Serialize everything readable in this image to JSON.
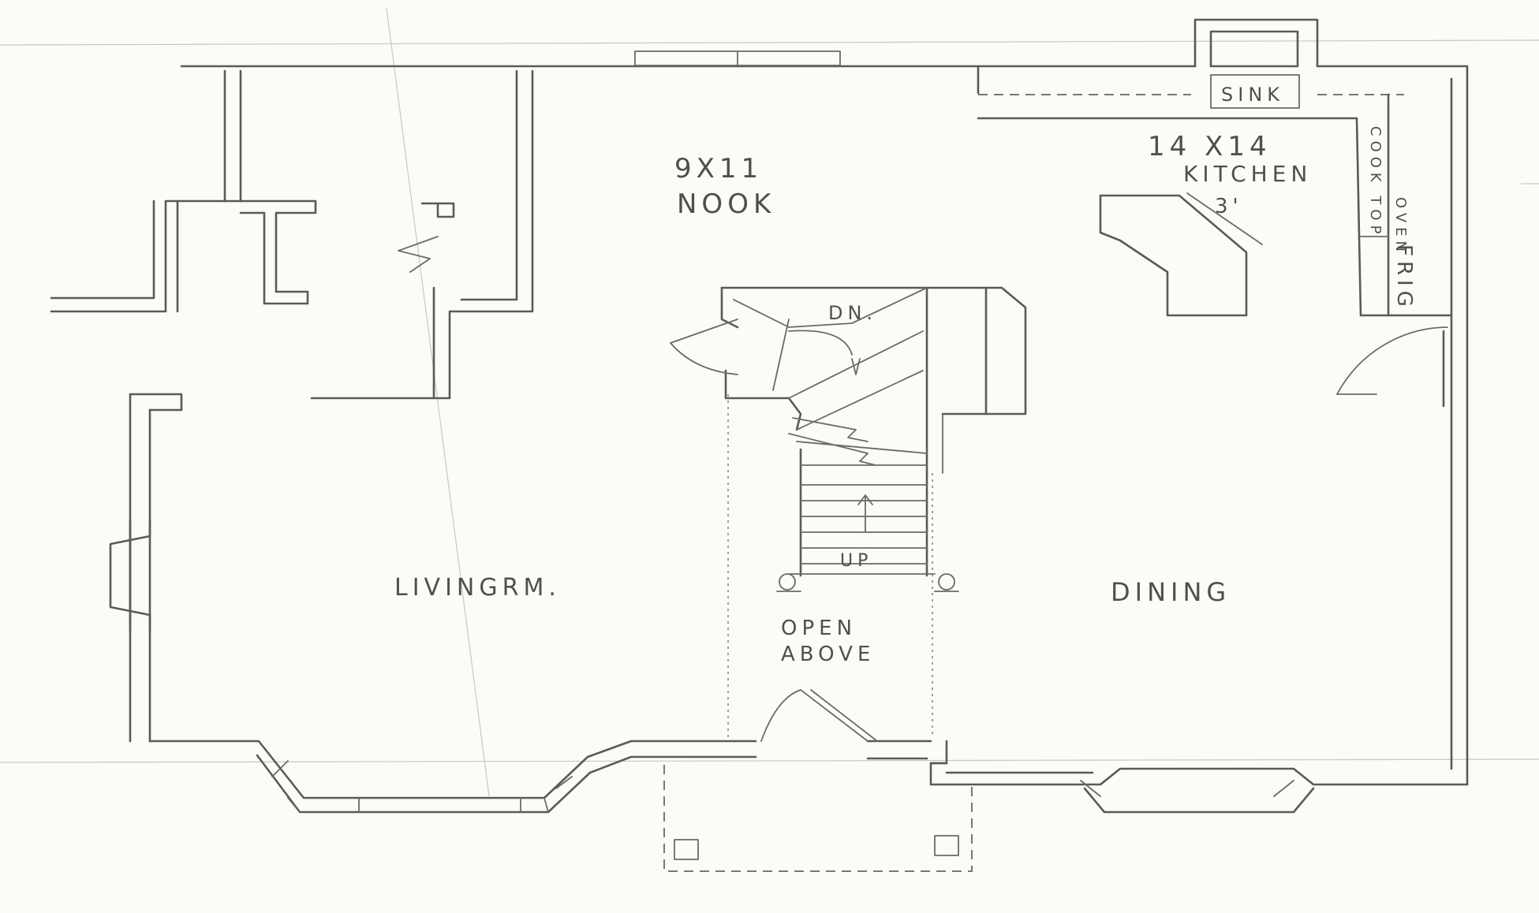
{
  "labels": {
    "nook_size": "9X11",
    "nook": "NOOK",
    "kitchen_size": "14 X14",
    "kitchen": "KITCHEN",
    "sink": "SINK",
    "cooktop": "COOK TOP",
    "oven": "OVEN",
    "frig": "FRIG",
    "island_dim": "3'",
    "down": "DN.",
    "up": "UP",
    "living": "LIVINGRM.",
    "dining": "DINING",
    "open1": "OPEN",
    "open2": "ABOVE"
  },
  "colors": {
    "paper": "#fbfbf7",
    "pencil": "#5a5a5a"
  }
}
